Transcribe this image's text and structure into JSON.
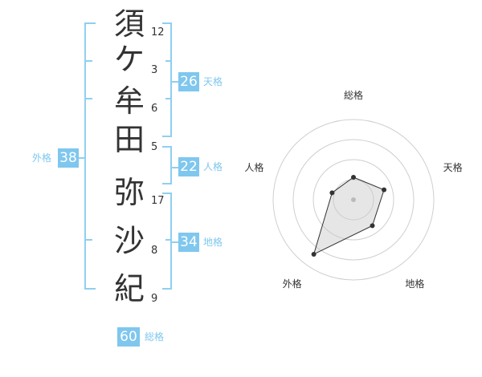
{
  "name": {
    "chars": [
      "須",
      "ケ",
      "牟",
      "田",
      "弥",
      "沙",
      "紀"
    ],
    "strokes": [
      "12",
      "3",
      "6",
      "5",
      "17",
      "8",
      "9"
    ]
  },
  "kakusu": {
    "tenkaku": {
      "value": "26",
      "label": "天格"
    },
    "jinkaku": {
      "value": "22",
      "label": "人格"
    },
    "chikaku": {
      "value": "34",
      "label": "地格"
    },
    "gaikaku": {
      "value": "38",
      "label": "外格"
    },
    "soukaku": {
      "value": "60",
      "label": "総格"
    }
  },
  "chart_data": {
    "type": "radar",
    "axes": [
      "総格",
      "天格",
      "地格",
      "外格",
      "人格"
    ],
    "values": [
      0.28,
      0.4,
      0.4,
      0.84,
      0.28
    ]
  }
}
